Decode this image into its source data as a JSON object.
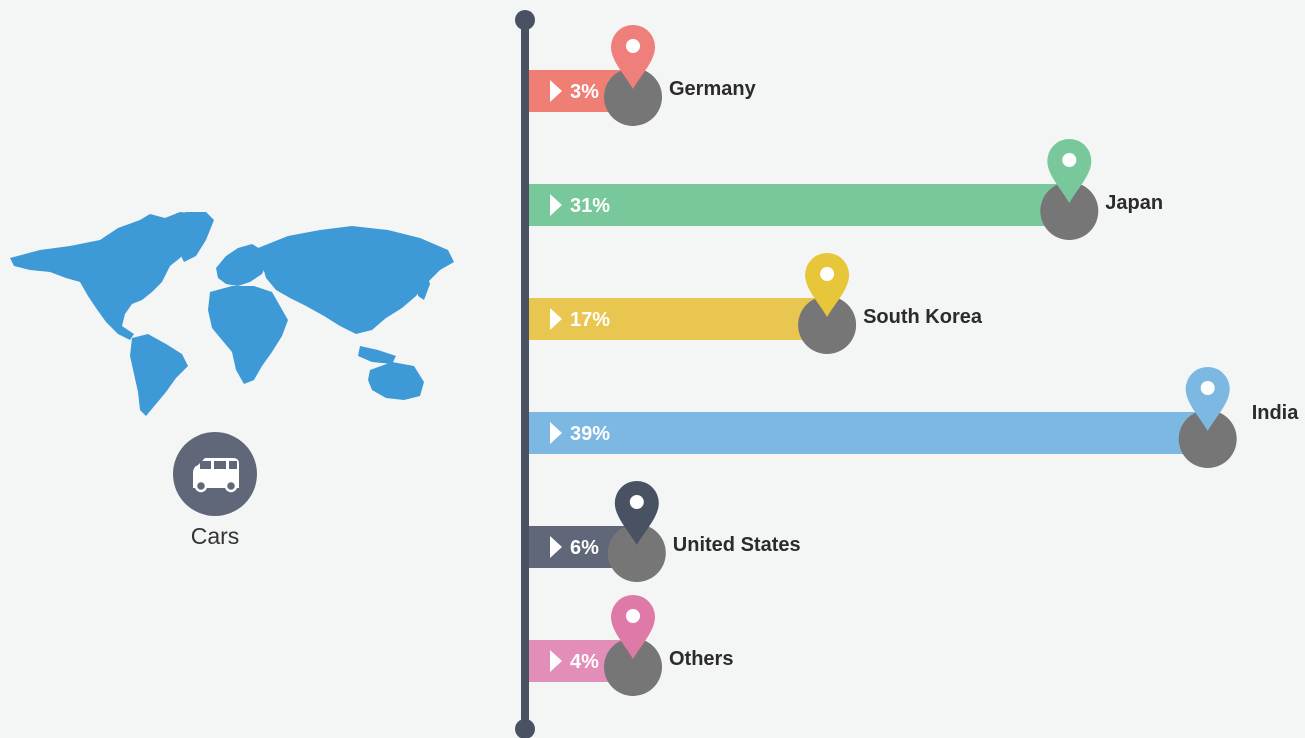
{
  "caption": "Cars",
  "colors": {
    "background": "#f4f5f5",
    "axis": "#485263",
    "map": "#3d9ad6",
    "car_badge": "#5f6779",
    "pin_base": "#767676"
  },
  "icons": {
    "map": "world-map-icon",
    "car": "car-icon",
    "pin": "map-pin-icon"
  },
  "chart_data": {
    "type": "bar",
    "orientation": "horizontal",
    "categories": [
      "Germany",
      "Japan",
      "South Korea",
      "India",
      "United States",
      "Others"
    ],
    "values": [
      3,
      31,
      17,
      39,
      6,
      4
    ],
    "value_labels": [
      "3%",
      "31%",
      "17%",
      "39%",
      "6%",
      "4%"
    ],
    "unit": "%",
    "xlim": [
      0,
      40
    ],
    "colors": [
      "#ef7f74",
      "#78c89c",
      "#e8c650",
      "#7cb8e1",
      "#5f6779",
      "#e38eb8"
    ],
    "pin_colors": [
      "#ef7f7b",
      "#78c89c",
      "#e8c63a",
      "#7cb8e1",
      "#485263",
      "#df7aa8"
    ],
    "grid": false,
    "legend": "none"
  }
}
